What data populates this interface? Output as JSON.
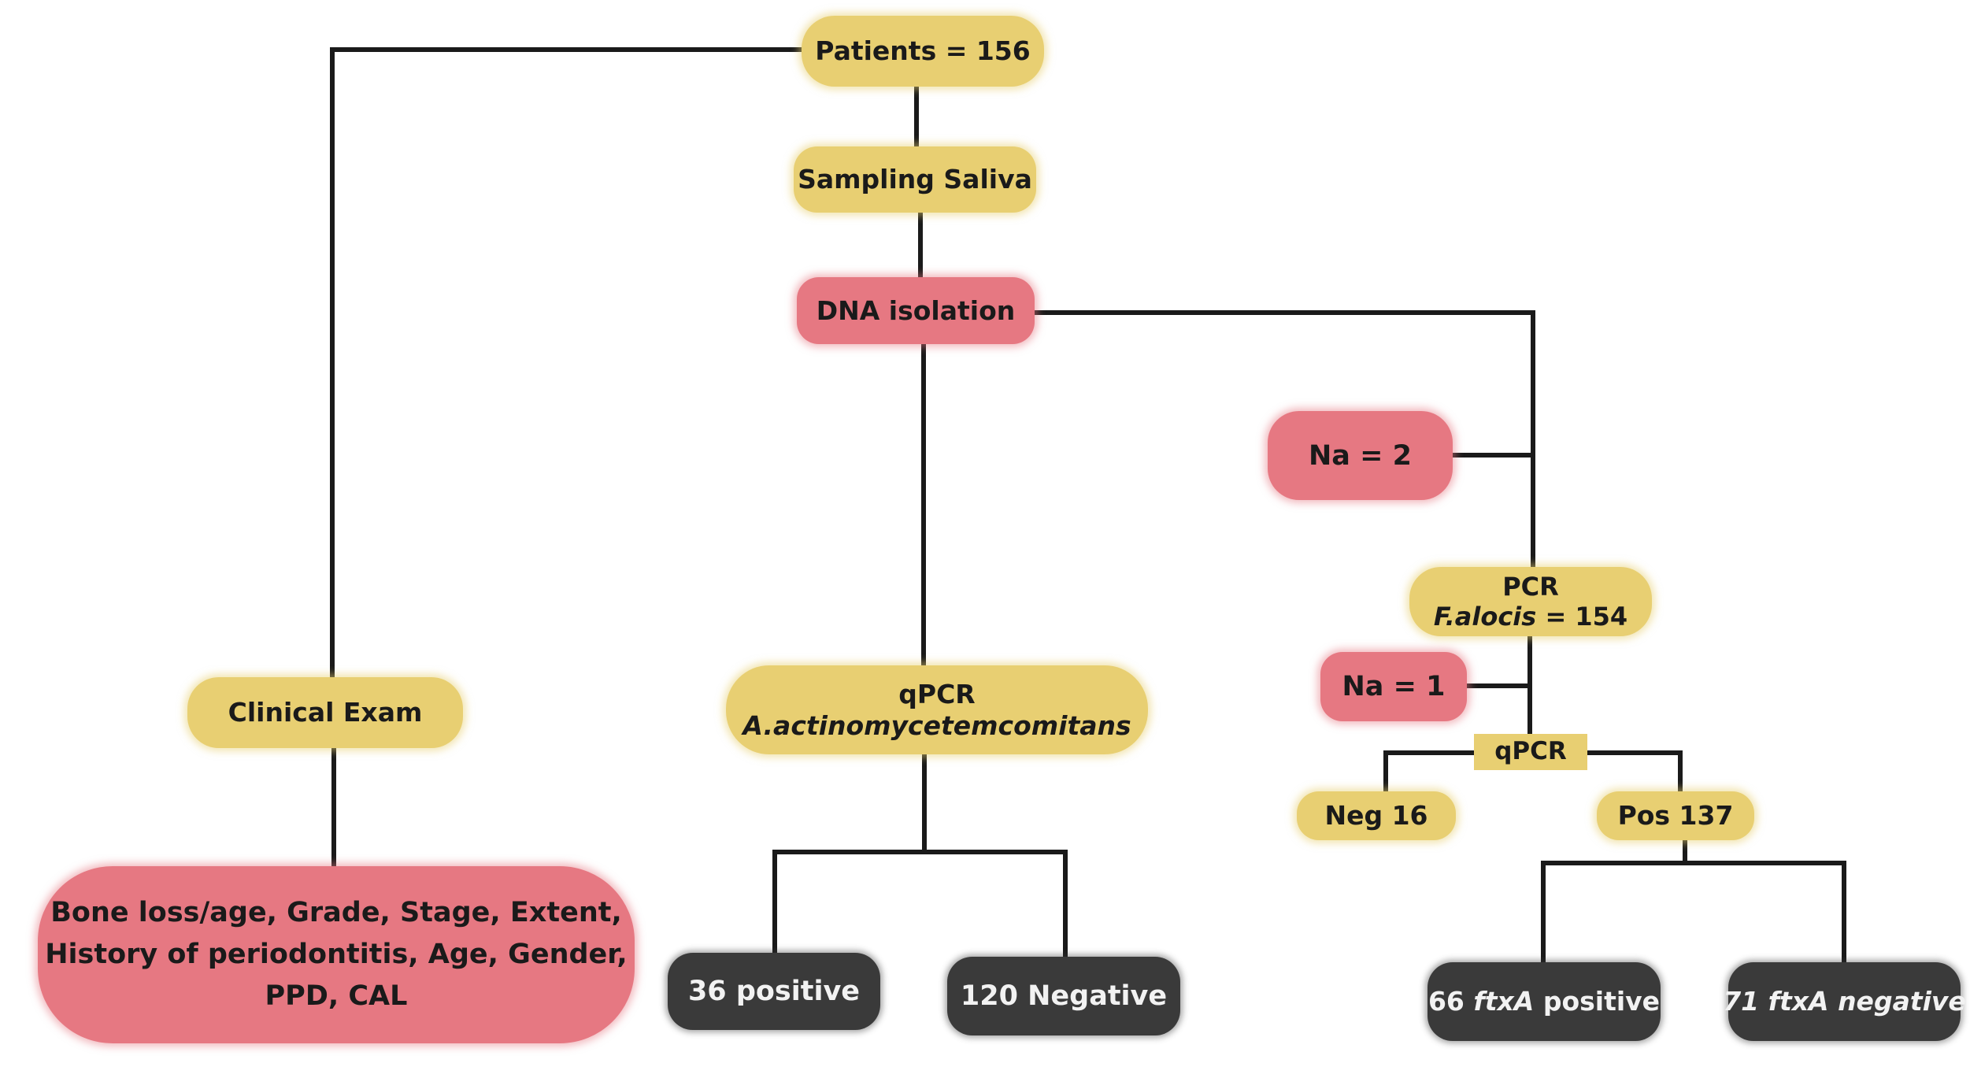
{
  "diagram": {
    "colors": {
      "yellow": "#e8cf72",
      "pink": "#e67882",
      "dark": "#3a3a3a",
      "line": "#1a1a1a"
    },
    "nodes": {
      "patients": "Patients = 156",
      "sampling": "Sampling Saliva",
      "dna": "DNA isolation",
      "clinical_exam": "Clinical Exam",
      "clinical_params": {
        "line1": "Bone loss/age, Grade, Stage, Extent,",
        "line2": "History of periodontitis, Age, Gender,",
        "line3": "PPD, CAL"
      },
      "qpcr_aa": {
        "line1": "qPCR",
        "line2": "A.actinomycetemcomitans"
      },
      "aa_positive": "36 positive",
      "aa_negative": "120 Negative",
      "na2": "Na = 2",
      "pcr_fa": {
        "line1": "PCR",
        "line2_italic": "F.alocis",
        "line2_rest": " = 154"
      },
      "na1": "Na = 1",
      "qpcr_fa": "qPCR",
      "neg16": "Neg 16",
      "pos137": "Pos 137",
      "ftxa_positive": {
        "count": "66 ",
        "gene": "ftxA",
        "label": " positive"
      },
      "ftxa_negative": {
        "count": "71 ",
        "gene": "ftxA",
        "label": " negative"
      }
    }
  }
}
